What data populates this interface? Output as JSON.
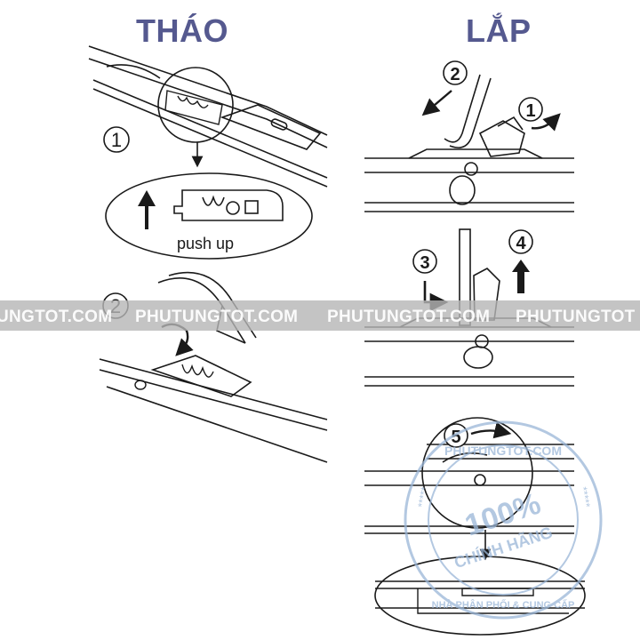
{
  "headings": {
    "remove": "THÁO",
    "install": "LẮP"
  },
  "remove_steps": {
    "step1": "1",
    "step2": "2",
    "push_label": "push up"
  },
  "install_steps": {
    "step1": "1",
    "step2": "2",
    "step3": "3",
    "step4": "4",
    "step5": "5"
  },
  "watermark": {
    "banner": [
      "UNGTOT.COM",
      "PHUTUNGTOT.COM",
      "PHUTUNGTOT.COM",
      "PHUTUNGTOT"
    ],
    "stamp_top": "PHUTUNGTOT.COM",
    "stamp_center": "100%",
    "stamp_sub": "CHÍNH HÃNG",
    "stamp_ring": "NHÀ PHÂN PHỐI & CUNG CẤP",
    "stamp_stars": "*****"
  },
  "colors": {
    "heading": "#55598f",
    "line": "#1a1a1a",
    "banner": "#b5b5b5",
    "stamp": "#9ab6d8"
  }
}
